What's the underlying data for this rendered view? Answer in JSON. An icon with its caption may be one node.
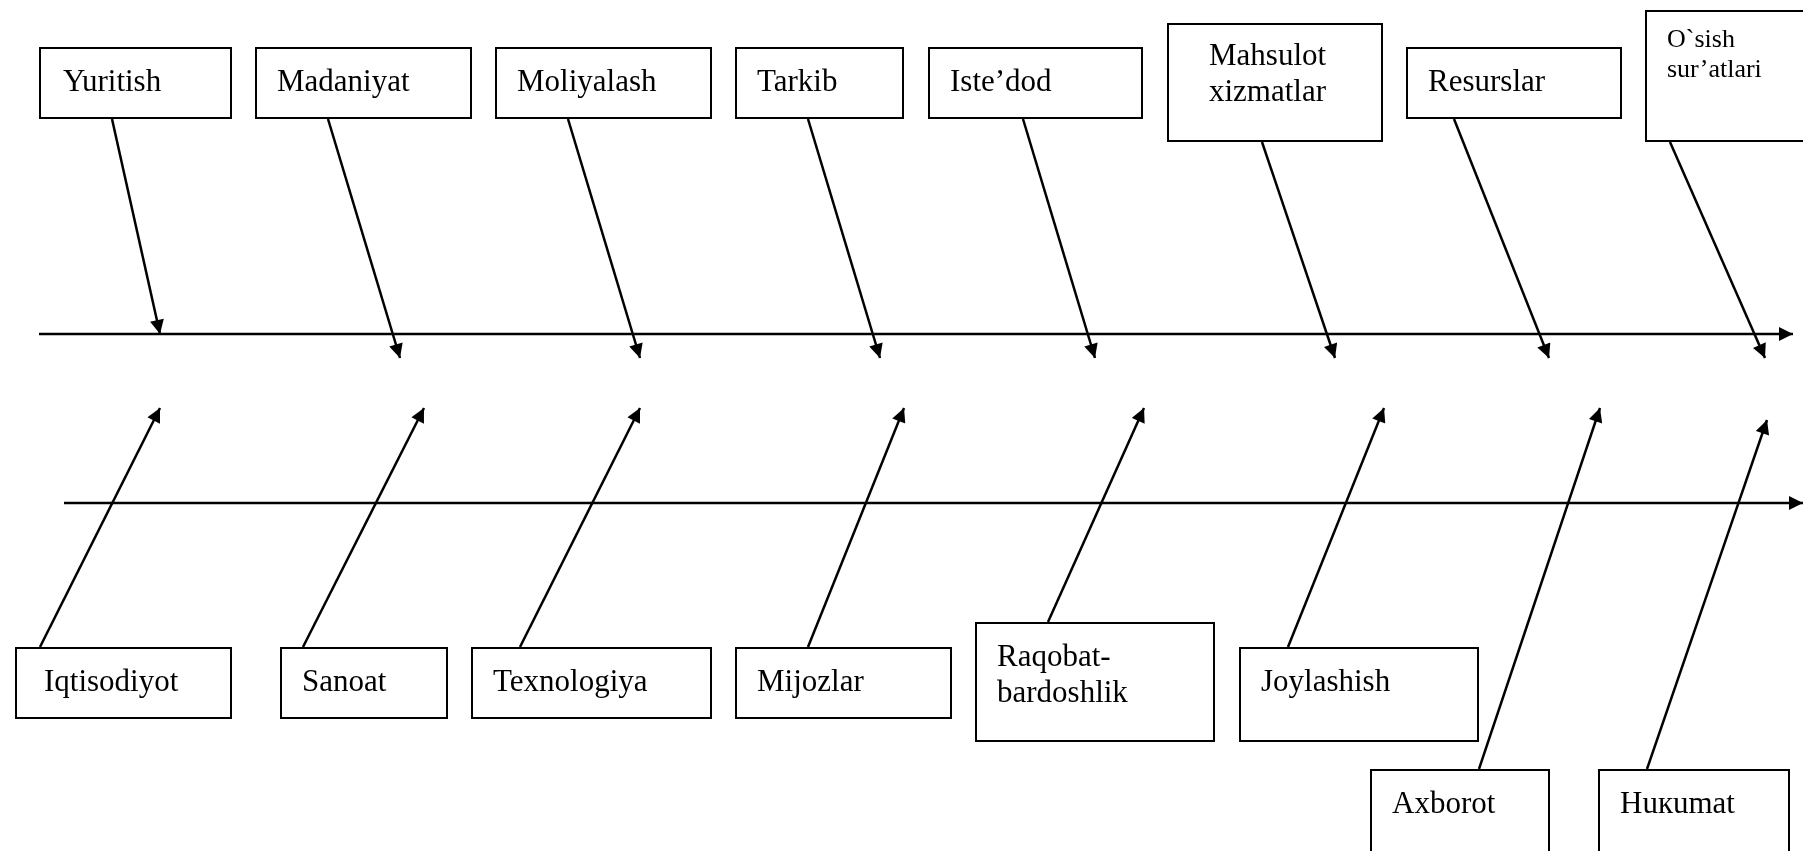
{
  "diagram": {
    "nodes": [
      {
        "text": [
          "Yuritish"
        ]
      },
      {
        "text": [
          "Madaniyat"
        ]
      },
      {
        "text": [
          "Moliyalash"
        ]
      },
      {
        "text": [
          "Tarkib"
        ]
      },
      {
        "text": [
          "Iste’dod"
        ]
      },
      {
        "text": [
          "Mahsulot xizmatlar"
        ]
      },
      {
        "text": [
          "Resurslar"
        ]
      },
      {
        "text": [
          "O`sish sur’atlari"
        ]
      },
      {
        "text": [
          "Iqtisodiyot"
        ]
      },
      {
        "text": [
          "Sanoat"
        ]
      },
      {
        "text": [
          "Texnologiya"
        ]
      },
      {
        "text": [
          "Mijozlar"
        ]
      },
      {
        "text": [
          "Raqobat- bardoshlik"
        ]
      },
      {
        "text": [
          "Joylashish"
        ]
      },
      {
        "text": [
          "Axborot"
        ]
      },
      {
        "text": [
          "Huкumat"
        ]
      }
    ],
    "edges": [
      {
        "from": 0,
        "to": null,
        "arrow": "to"
      },
      {
        "from": 1,
        "to": null,
        "arrow": "to"
      },
      {
        "from": 2,
        "to": null,
        "arrow": "to"
      },
      {
        "from": 3,
        "to": null,
        "arrow": "to"
      },
      {
        "from": 4,
        "to": null,
        "arrow": "to"
      },
      {
        "from": 5,
        "to": null,
        "arrow": "to"
      },
      {
        "from": 6,
        "to": null,
        "arrow": "to"
      },
      {
        "from": 7,
        "to": null,
        "arrow": "to"
      },
      {
        "from": 8,
        "to": null,
        "arrow": "to"
      },
      {
        "from": 9,
        "to": null,
        "arrow": "to"
      },
      {
        "from": 10,
        "to": null,
        "arrow": "to"
      },
      {
        "from": 11,
        "to": null,
        "arrow": "to"
      },
      {
        "from": 12,
        "to": null,
        "arrow": "to"
      },
      {
        "from": 13,
        "to": null,
        "arrow": "to"
      },
      {
        "from": 14,
        "to": null,
        "arrow": "to"
      },
      {
        "from": 15,
        "to": null,
        "arrow": "to"
      }
    ]
  }
}
